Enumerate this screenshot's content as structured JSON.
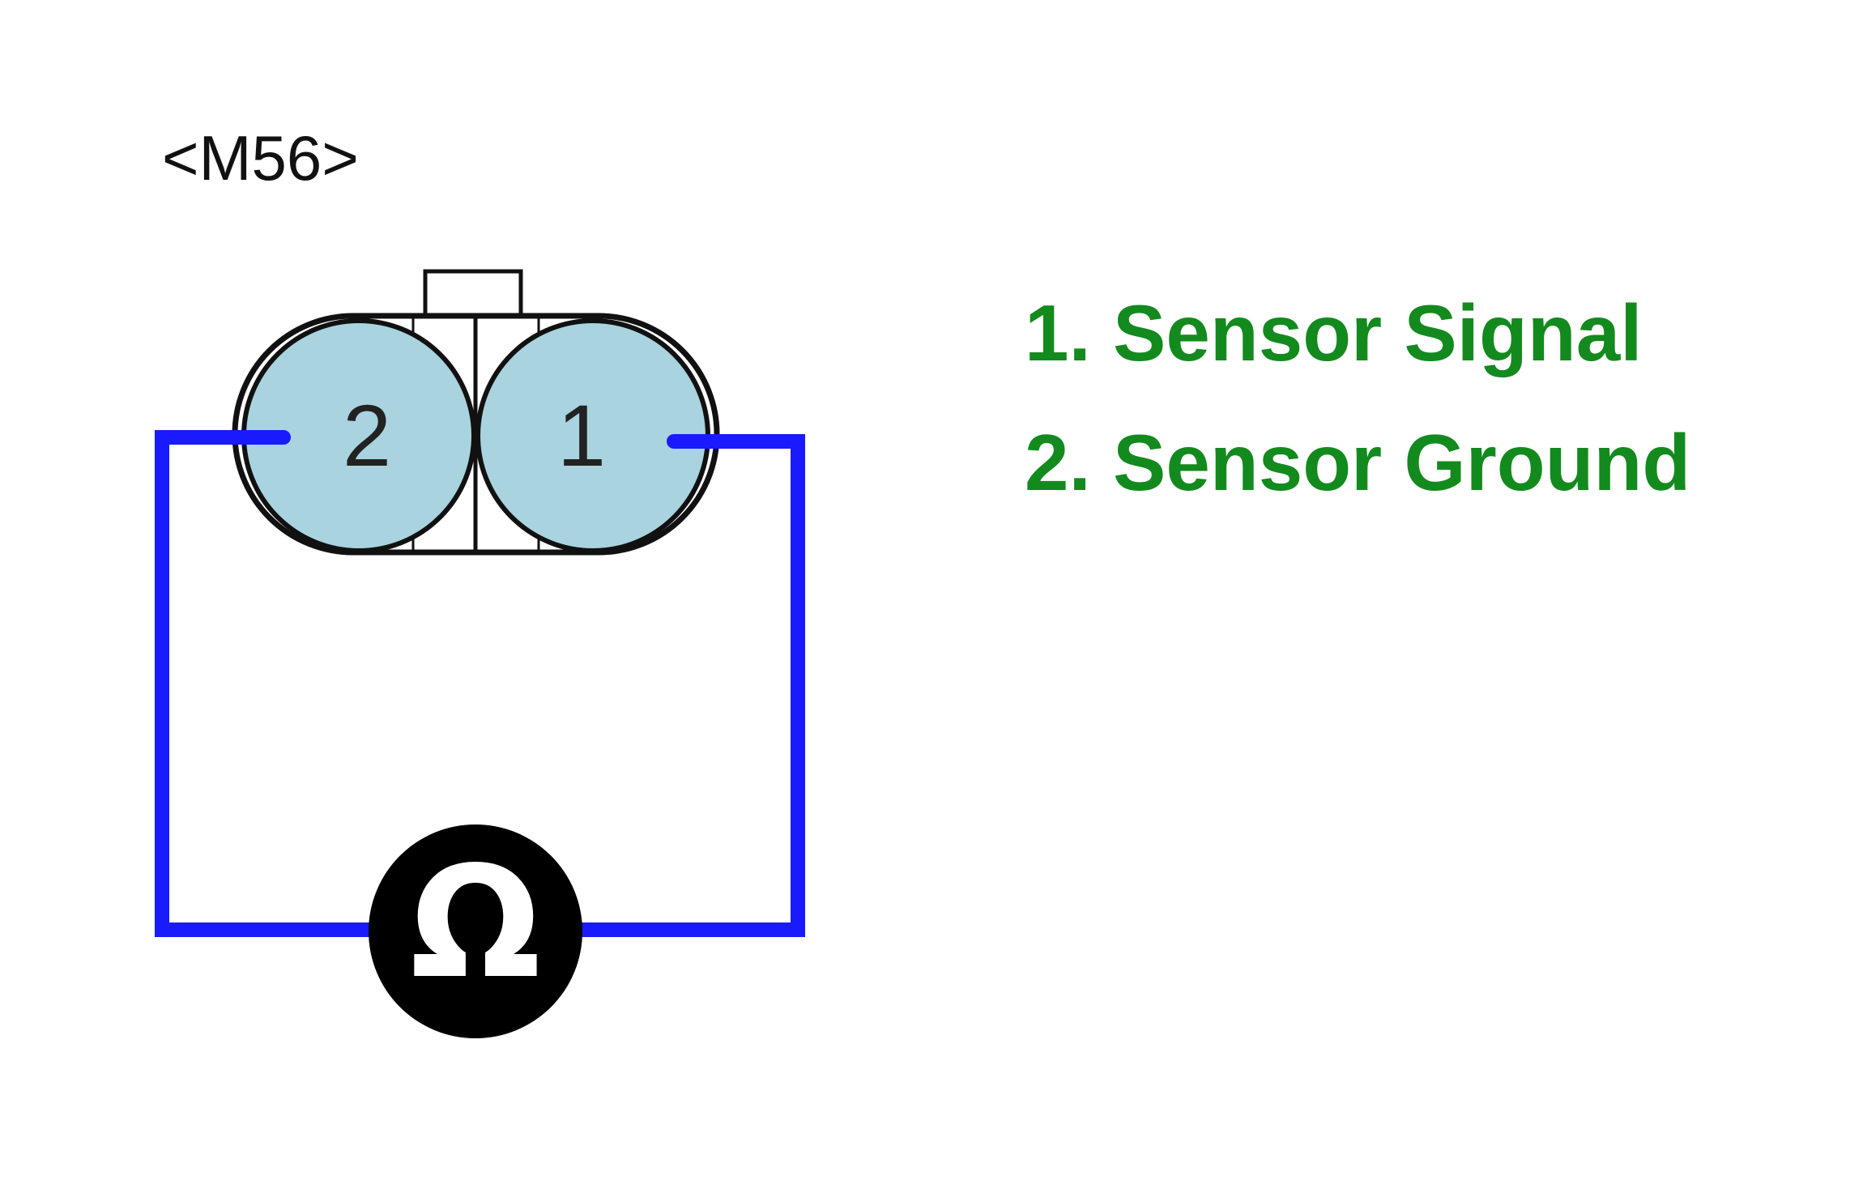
{
  "connector": {
    "id_label": "<M56>"
  },
  "pins": [
    {
      "number": "2"
    },
    {
      "number": "1"
    }
  ],
  "legend": [
    {
      "text": "1. Sensor Signal"
    },
    {
      "text": "2. Sensor Ground"
    }
  ],
  "meter": {
    "symbol": "Ω",
    "icon": "ohmmeter-icon"
  },
  "colors": {
    "wire": "#1a1aff",
    "pin_fill": "#a8d3df",
    "legend_text": "#138a1e",
    "outline": "#111111",
    "meter_fill": "#000000",
    "meter_symbol": "#ffffff"
  }
}
